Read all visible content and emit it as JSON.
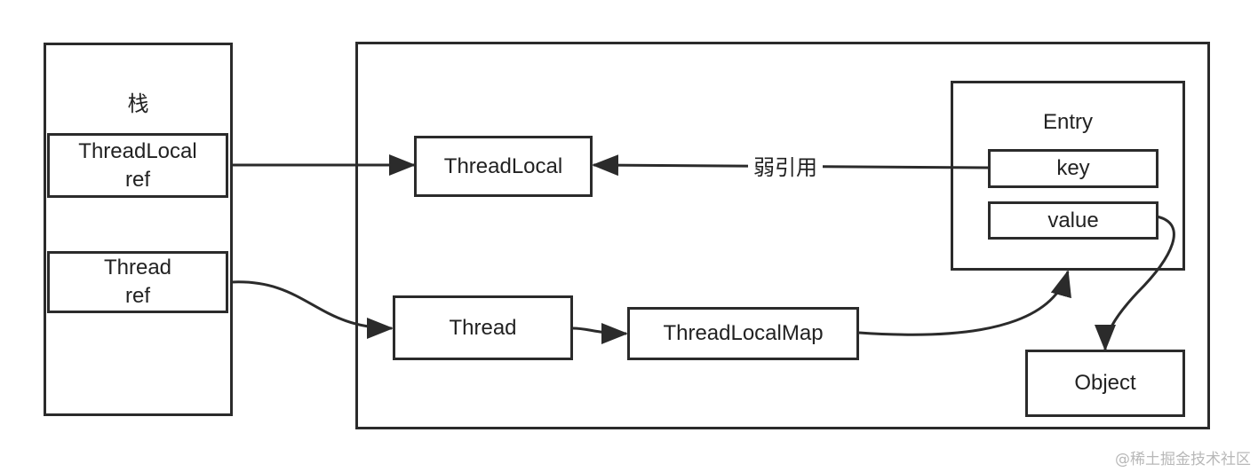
{
  "stack": {
    "title": "栈",
    "threadlocal_ref": "ThreadLocal\nref",
    "thread_ref": "Thread\nref"
  },
  "heap": {
    "threadlocal": "ThreadLocal",
    "thread": "Thread",
    "threadlocalmap": "ThreadLocalMap",
    "entry": {
      "title": "Entry",
      "key": "key",
      "value": "value"
    },
    "object": "Object"
  },
  "edges": {
    "weak_ref_label": "弱引用"
  },
  "watermark": "@稀土掘金技术社区",
  "colors": {
    "stroke": "#2b2b2b",
    "text": "#222222",
    "watermark": "#b8b8b8"
  }
}
